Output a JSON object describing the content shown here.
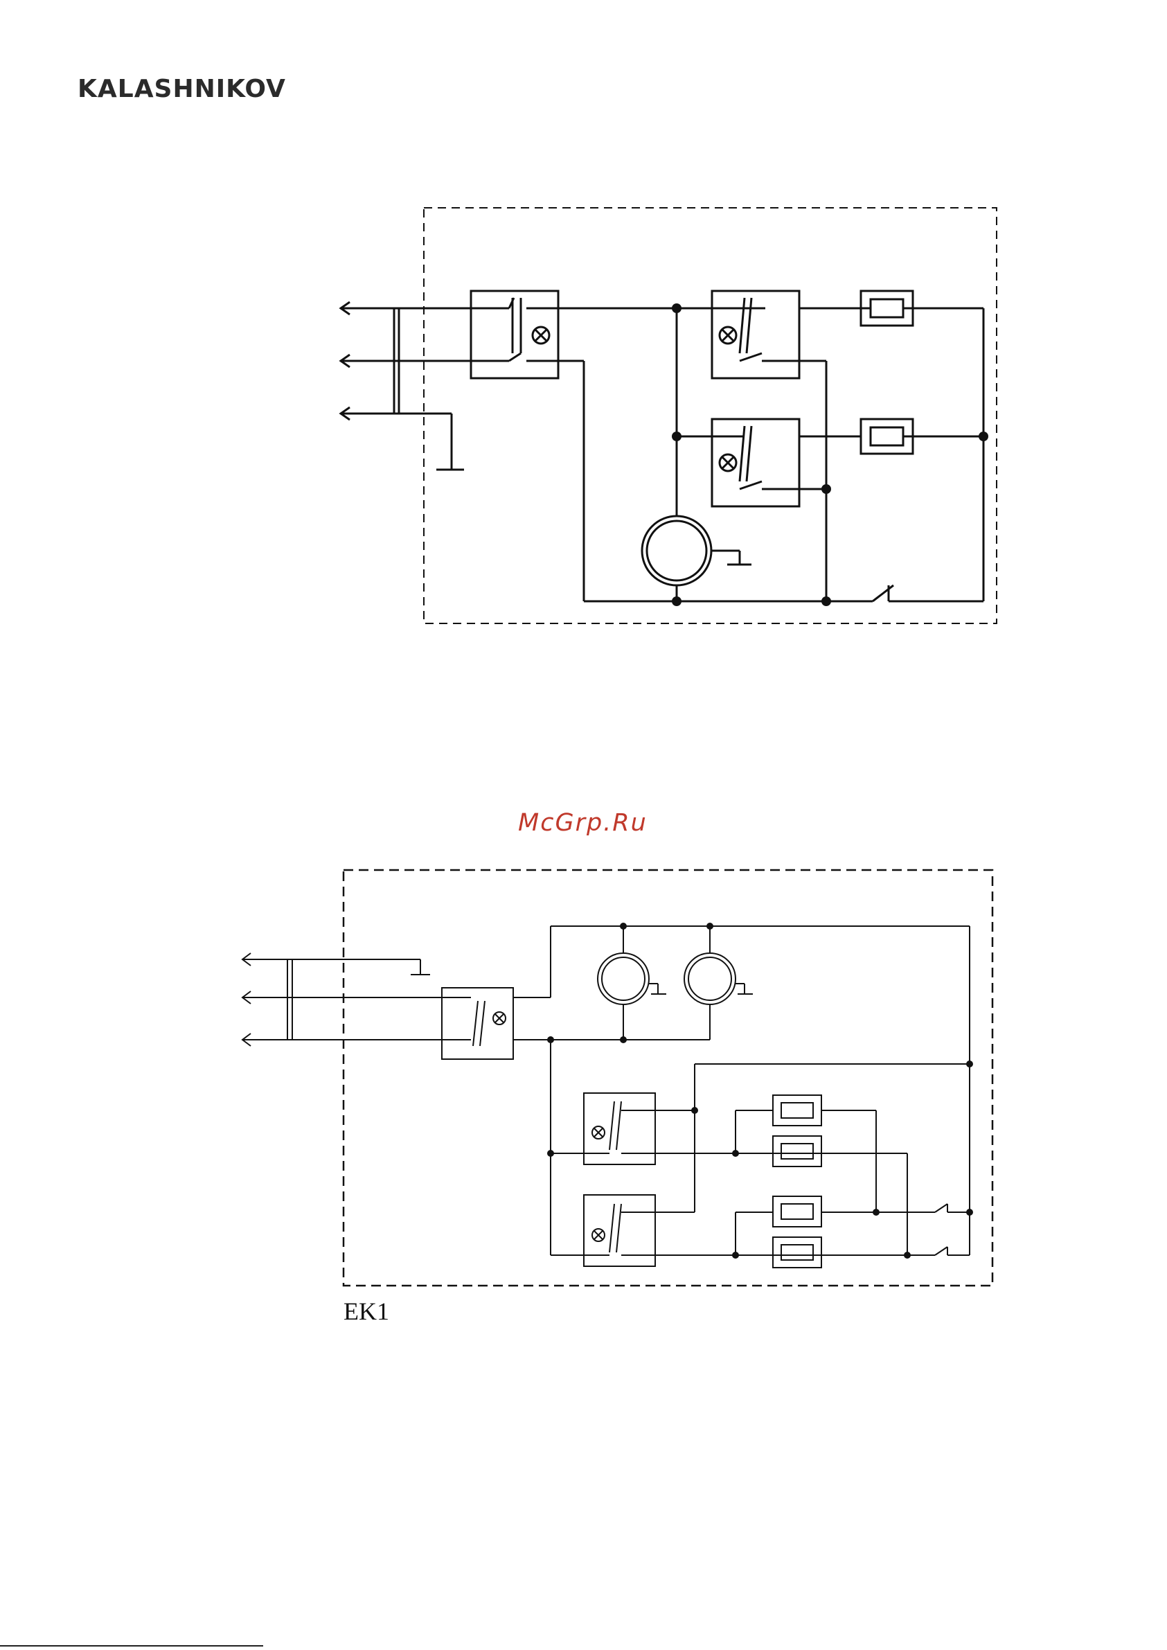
{
  "header": {
    "brand": "KALASHNIKOV"
  },
  "watermark": {
    "text": "McGrp.Ru"
  },
  "diagram2": {
    "label": "EK1"
  }
}
